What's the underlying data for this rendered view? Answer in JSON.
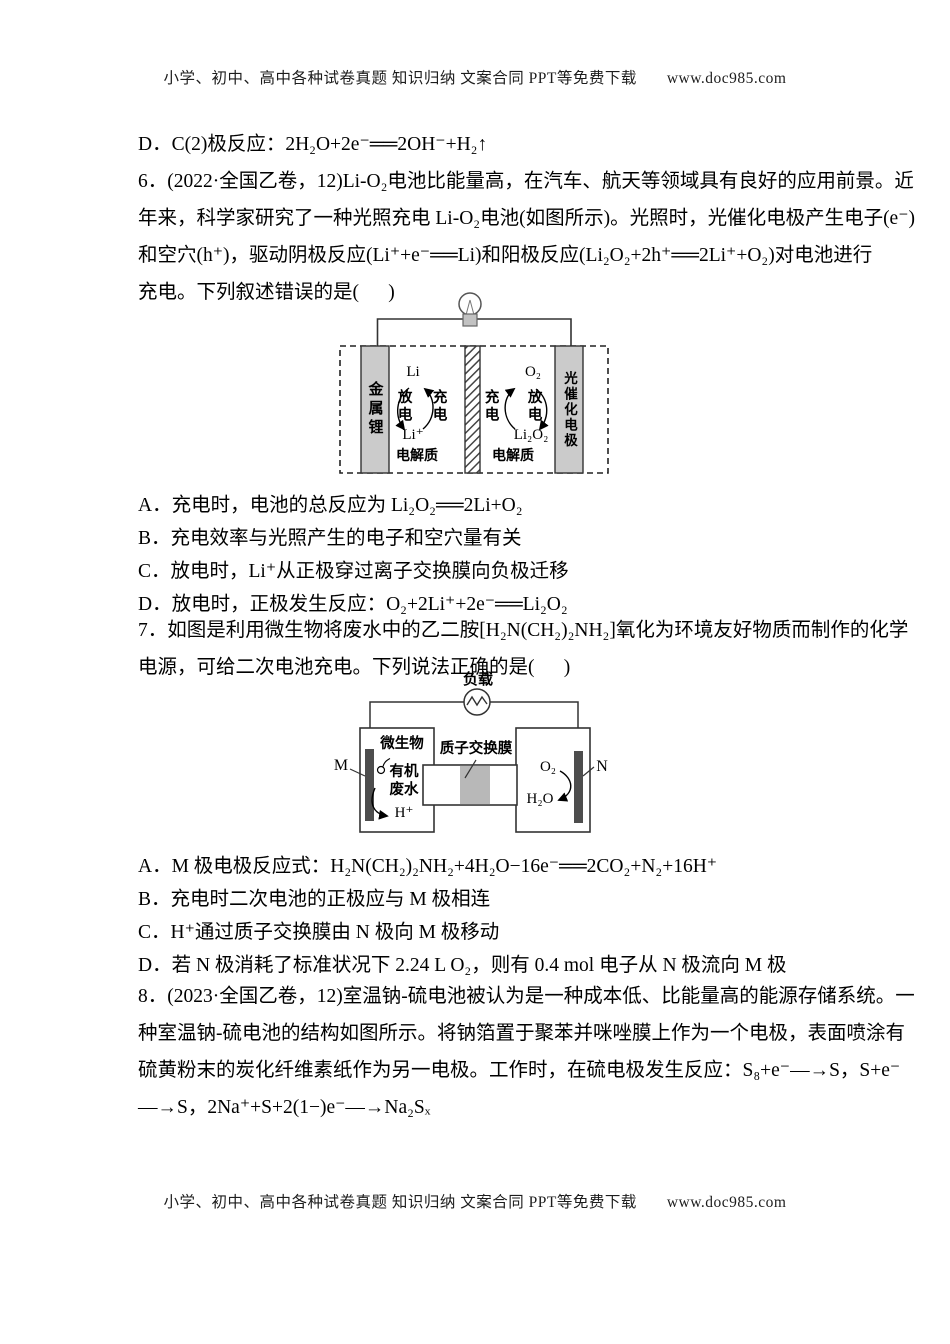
{
  "header": {
    "text": "小学、初中、高中各种试卷真题 知识归纳 文案合同 PPT等免费下载",
    "url": "www.doc985.com"
  },
  "footer": {
    "text": "小学、初中、高中各种试卷真题 知识归纳 文案合同 PPT等免费下载",
    "url": "www.doc985.com"
  },
  "prev_question": {
    "option_d": "D．C(2)极反应：2H₂O+2e⁻══2OH⁻+H₂↑"
  },
  "q6": {
    "lines": [
      "6．(2022·全国乙卷，12)Li-O₂电池比能量高，在汽车、航天等领域具有良好的应用前景。近",
      "年来，科学家研究了一种光照充电 Li-O₂电池(如图所示)。光照时，光催化电极产生电子(e⁻)",
      "和空穴(h⁺)，驱动阴极反应(Li⁺+e⁻══Li)和阳极反应(Li₂O₂+2h⁺══2Li⁺+O₂)对电池进行",
      "充电。下列叙述错误的是(      )"
    ],
    "options": [
      "A．充电时，电池的总反应为 Li₂O₂══2Li+O₂",
      "B．充电效率与光照产生的电子和空穴量有关",
      "C．放电时，Li⁺从正极穿过离子交换膜向负极迁移",
      "D．放电时，正极发生反应：O₂+2Li⁺+2e⁻══Li₂O₂"
    ],
    "diagram": {
      "left_electrode": "金属锂",
      "right_electrode": "光催化电极",
      "li": "Li",
      "li_ion": "Li⁺",
      "o2": "O₂",
      "li2o2": "Li₂O₂",
      "discharge_left": "放电",
      "charge_left": "充电",
      "charge_right": "充电",
      "discharge_right": "放电",
      "electrolyte_left": "电解质",
      "electrolyte_right": "电解质"
    }
  },
  "q7": {
    "lines": [
      "7．如图是利用微生物将废水中的乙二胺[H₂N(CH₂)₂NH₂]氧化为环境友好物质而制作的化学",
      "电源，可给二次电池充电。下列说法正确的是(      )"
    ],
    "options": [
      "A．M 极电极反应式：H₂N(CH₂)₂NH₂+4H₂O−16e⁻══2CO₂+N₂+16H⁺",
      "B．充电时二次电池的正极应与 M 极相连",
      "C．H⁺通过质子交换膜由 N 极向 M 极移动",
      "D．若 N 极消耗了标准状况下 2.24 L O₂，则有 0.4 mol 电子从 N 极流向 M 极"
    ],
    "diagram": {
      "load": "负载",
      "electrode_m": "M",
      "electrode_n": "N",
      "microbe": "微生物",
      "organic_line1": "有机",
      "organic_line2": "废水",
      "h_ion": "H⁺",
      "membrane": "质子交换膜",
      "o2": "O₂",
      "h2o": "H₂O"
    }
  },
  "q8": {
    "lines": [
      "8．(2023·全国乙卷，12)室温钠-硫电池被认为是一种成本低、比能量高的能源存储系统。一",
      "种室温钠-硫电池的结构如图所示。将钠箔置于聚苯并咪唑膜上作为一个电极，表面喷涂有",
      "硫黄粉末的炭化纤维素纸作为另一电极。工作时，在硫电极发生反应：S₈+e⁻—→S，S+e⁻",
      "—→S，2Na⁺+S+2(1−)e⁻—→Na₂Sₓ"
    ]
  }
}
